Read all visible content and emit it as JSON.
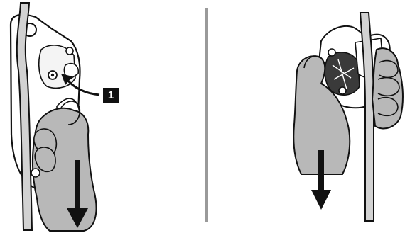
{
  "step": {
    "label": "1"
  },
  "colors": {
    "rope": "#d2d2d2",
    "outline": "#111111",
    "glove": "#b8b8b8",
    "device": "#ffffff",
    "divider": "#9a9a9a",
    "badge": "#111111",
    "badge_text": "#ffffff"
  },
  "panels": [
    {
      "name": "left-illustration",
      "arrow_direction": "down"
    },
    {
      "name": "right-illustration",
      "arrow_direction": "down"
    }
  ]
}
